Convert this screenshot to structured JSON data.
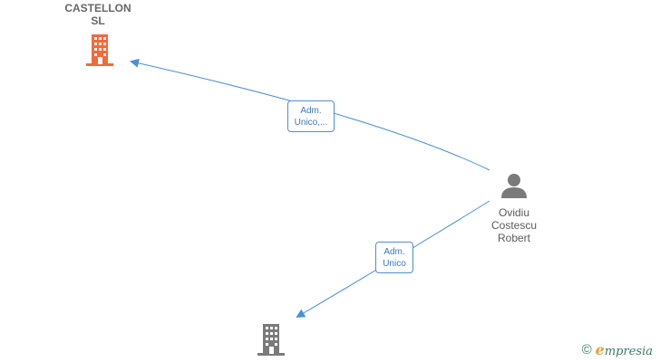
{
  "nodes": {
    "company_top": {
      "label_line1": "CASTELLON",
      "label_line2": "SL",
      "color": "#f26a3a",
      "icon": "building-icon"
    },
    "person": {
      "label_line1": "Ovidiu",
      "label_line2": "Costescu",
      "label_line3": "Robert",
      "color": "#7a7a7a",
      "icon": "person-icon"
    },
    "company_bottom": {
      "color": "#7a7a7a",
      "icon": "building-icon"
    }
  },
  "relations": {
    "to_top": {
      "line1": "Adm.",
      "line2": "Unico,..."
    },
    "to_bottom": {
      "line1": "Adm.",
      "line2": "Unico"
    }
  },
  "colors": {
    "edge": "#4a90d9"
  },
  "brand": {
    "copyright": "©",
    "initial": "e",
    "rest": "mpresia"
  }
}
